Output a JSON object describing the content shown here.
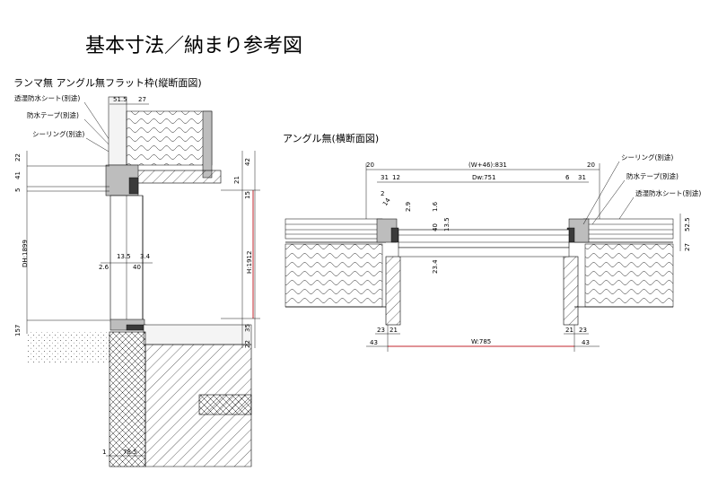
{
  "title": "基本寸法／納まり参考図",
  "vertical": {
    "heading": "ランマ無 アングル無フラット枠(縦断面図)",
    "callouts": [
      "透湿防水シート(別途)",
      "防水テープ(別途)",
      "シーリング(別途)"
    ],
    "dims": {
      "top_a": "51.5",
      "top_b": "27",
      "l_22": "22",
      "l_41": "41",
      "l_5": "5",
      "dh": "DH:1899",
      "l_157": "157",
      "r_42": "42",
      "r_21": "21",
      "r_15": "15",
      "h": "H:1912",
      "r_35": "35",
      "r_22": "22",
      "mid_135": "13.5",
      "mid_34": "3.4",
      "mid_26": "2.6",
      "mid_40": "40",
      "bottom_1": "1",
      "bottom_785": "78.5"
    }
  },
  "horizontal": {
    "heading": "アングル無(横断面図)",
    "callouts": [
      "シーリング(別途)",
      "防水テープ(別途)",
      "透湿防水シート(別途)"
    ],
    "dims": {
      "top_20l": "20",
      "overall": "(W+46):831",
      "top_20r": "20",
      "d31l": "31",
      "d12": "12",
      "dw": "Dw:751",
      "d6": "6",
      "d31r": "31",
      "d2": "2",
      "d14": "14",
      "d29": "2.9",
      "d16": "1.6",
      "d40": "40",
      "d135": "13.5",
      "d234": "23.4",
      "r525": "52.5",
      "r27": "27",
      "b23l": "23",
      "b21l": "21",
      "b21r": "21",
      "b23r": "23",
      "b43l": "43",
      "w": "W:785",
      "b43r": "43"
    }
  }
}
